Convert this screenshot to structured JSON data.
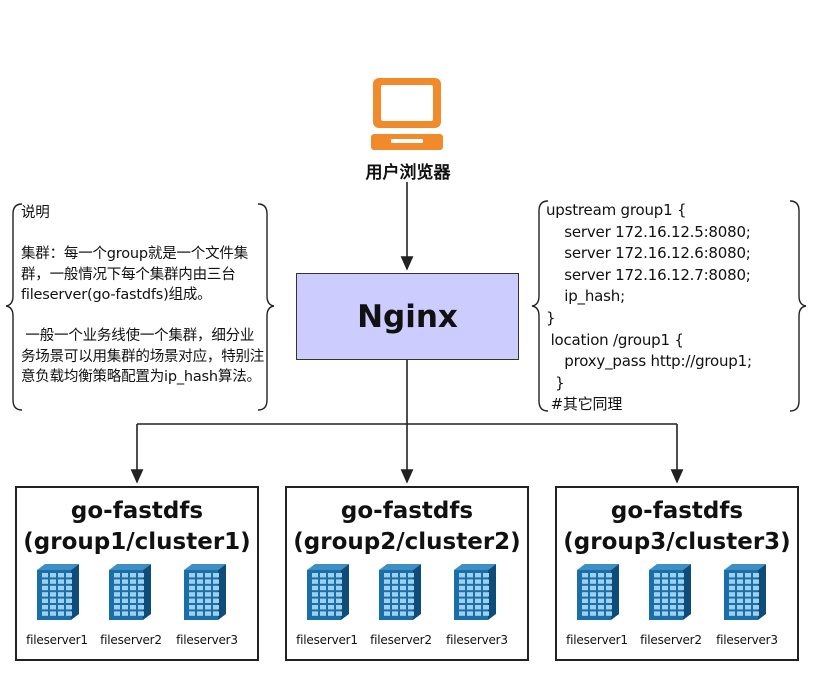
{
  "browser": {
    "label": "用户浏览器",
    "icon": "laptop-icon",
    "color": "#f08a2b"
  },
  "nginx": {
    "label": "Nginx",
    "fill": "#ccccff"
  },
  "note": {
    "text": "说明\n\n集群：每一个group就是一个文件集群，一般情况下每个集群内由三台fileserver(go-fastdfs)组成。\n\n 一般一个业务线使一个集群，细分业务场景可以用集群的场景对应，特别注意负载均衡策略配置为ip_hash算法。"
  },
  "config": {
    "text": "upstream group1 {\n    server 172.16.12.5:8080;\n    server 172.16.12.6:8080;\n    server 172.16.12.7:8080;\n    ip_hash;\n}\n location /group1 {\n    proxy_pass http://group1;\n  }\n #其它同理"
  },
  "groups": [
    {
      "title": "go-fastdfs\n(group1/cluster1)",
      "servers": [
        "fileserver1",
        "fileserver2",
        "fileserver3"
      ]
    },
    {
      "title": "go-fastdfs\n(group2/cluster2)",
      "servers": [
        "fileserver1",
        "fileserver2",
        "fileserver3"
      ]
    },
    {
      "title": "go-fastdfs\n(group3/cluster3)",
      "servers": [
        "fileserver1",
        "fileserver2",
        "fileserver3"
      ]
    }
  ],
  "colors": {
    "server": "#1a6fa8",
    "server_dark": "#0e4d7a",
    "line": "#333333"
  }
}
